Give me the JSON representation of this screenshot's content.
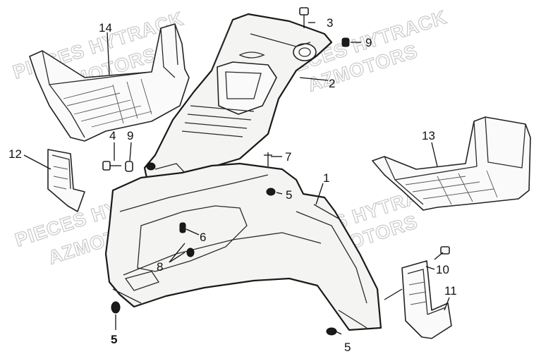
{
  "watermarks": {
    "line1": "PIECES HYTRACK",
    "line2": "AZMOTORS"
  },
  "callouts": {
    "c1": "1",
    "c2": "2",
    "c3": "3",
    "c4": "4",
    "c5a": "5",
    "c5b": "5",
    "c5c": "5",
    "c6": "6",
    "c7": "7",
    "c8": "8",
    "c9a": "9",
    "c9b": "9",
    "c10": "10",
    "c11": "11",
    "c12": "12",
    "c13": "13",
    "c14": "14"
  },
  "colors": {
    "line": "#1a1a1a",
    "fill": "#f4f4f2",
    "watermark": "#c9c9c9"
  }
}
